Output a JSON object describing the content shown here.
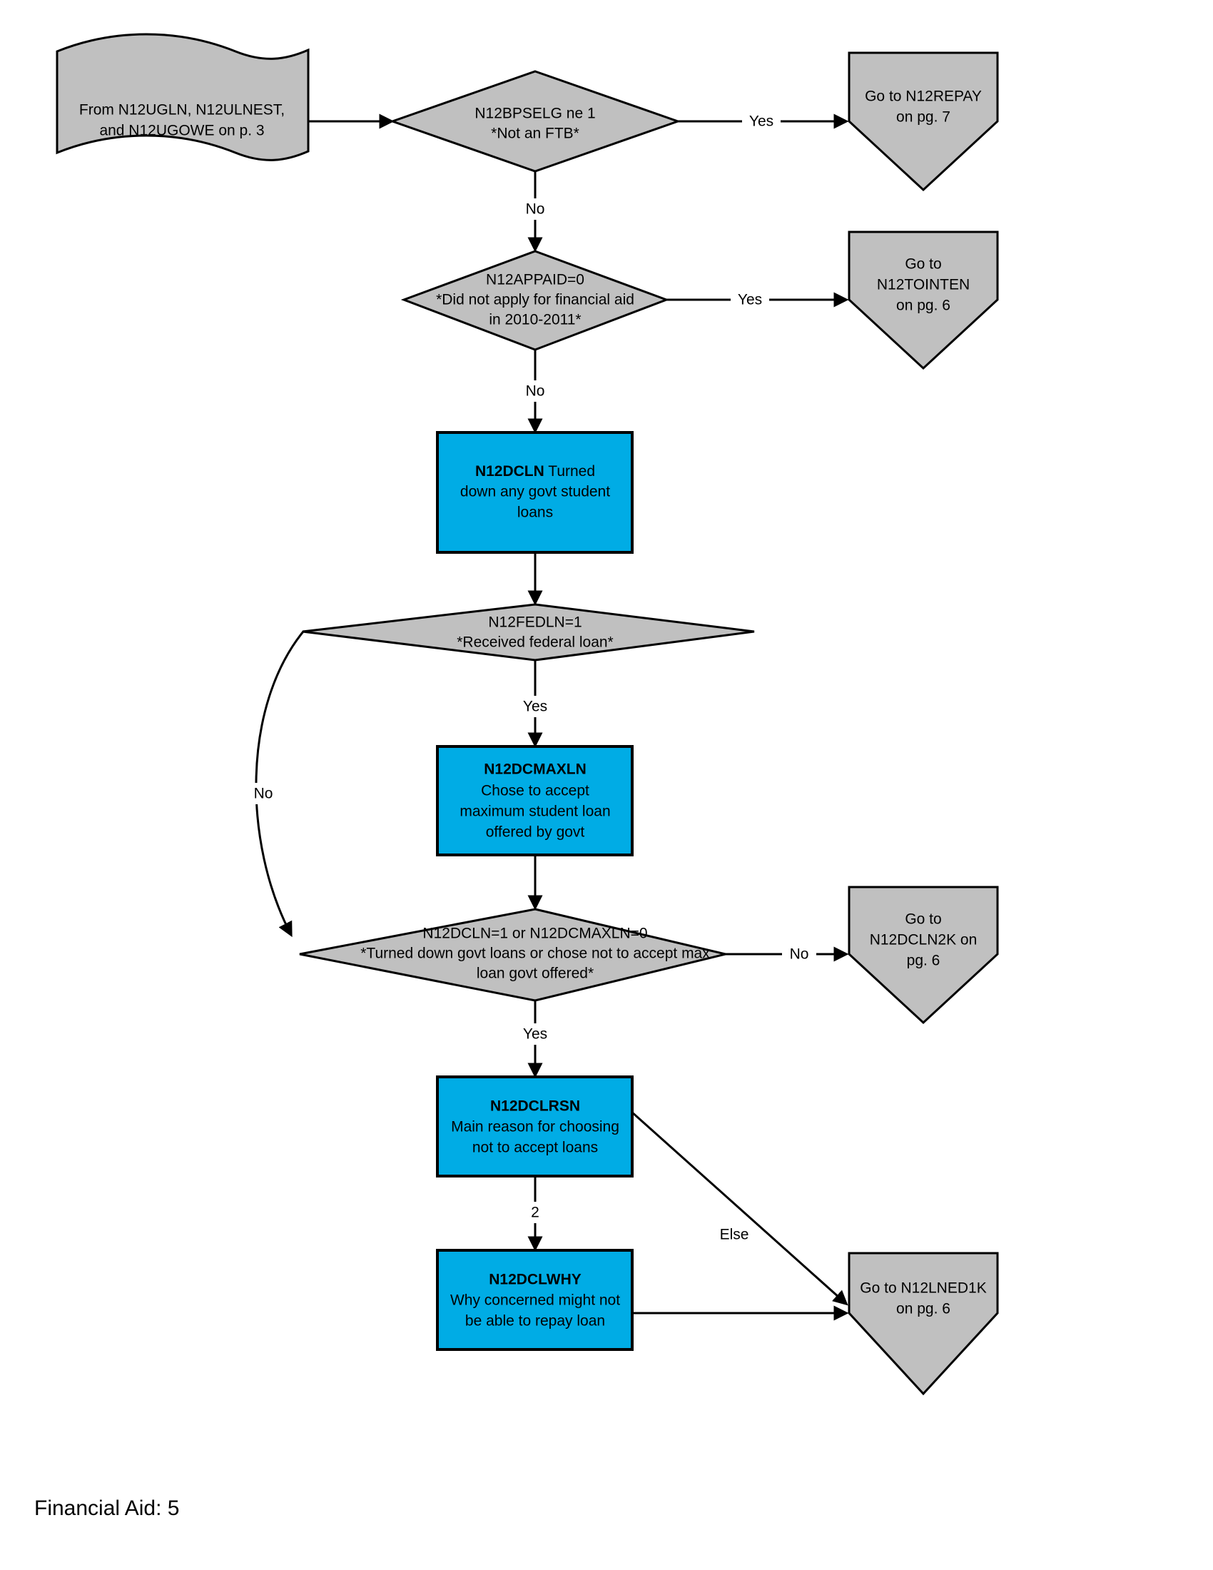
{
  "page": {
    "footer": "Financial Aid: 5",
    "background_color": "#ffffff",
    "gray_fill": "#c0c0c0",
    "blue_fill": "#00ace5",
    "line_color": "#000000"
  },
  "nodes": {
    "start_banner": {
      "shape": "banner",
      "line1": "From N12UGLN, N12ULNEST,",
      "line2": "and N12UGOWE on p. 3"
    },
    "d_bpselg": {
      "shape": "decision",
      "line1": "N12BPSELG ne 1",
      "line2": "*Not an FTB*"
    },
    "goto_repay": {
      "shape": "offpage",
      "line1": "Go to N12REPAY",
      "line2": "on pg. 7"
    },
    "d_appaid": {
      "shape": "decision",
      "line1": "N12APPAID=0",
      "line2": "*Did not apply for financial aid",
      "line3": "in 2010-2011*"
    },
    "goto_tointen": {
      "shape": "offpage",
      "line1": "Go to",
      "line2": "N12TOINTEN",
      "line3": "on pg. 6"
    },
    "q_dcln": {
      "shape": "process",
      "code": "N12DCLN",
      "line1_rest": " Turned",
      "line2": "down any govt student",
      "line3": "loans"
    },
    "d_fedln": {
      "shape": "decision",
      "line1": "N12FEDLN=1",
      "line2": "*Received federal loan*"
    },
    "q_dcmaxln": {
      "shape": "process",
      "code": "N12DCMAXLN",
      "line2": "Chose to accept",
      "line3": "maximum student loan",
      "line4": "offered by govt"
    },
    "d_dcln_or_dcmaxln": {
      "shape": "decision",
      "line1": "N12DCLN=1 or N12DCMAXLN=0",
      "line2": "*Turned down govt loans or chose not to accept max",
      "line3": "loan govt offered*"
    },
    "goto_dcln2k": {
      "shape": "offpage",
      "line1": "Go to",
      "line2": "N12DCLN2K on",
      "line3": "pg. 6"
    },
    "q_dclrsn": {
      "shape": "process",
      "code": "N12DCLRSN",
      "line2": "Main reason for choosing",
      "line3": "not to accept loans"
    },
    "q_dclwhy": {
      "shape": "process",
      "code": "N12DCLWHY",
      "line2": "Why concerned might not",
      "line3": "be able to repay loan"
    },
    "goto_lned1k": {
      "shape": "offpage",
      "line1": "Go to N12LNED1K",
      "line2": "on pg. 6"
    }
  },
  "edges": {
    "e1": {
      "label": ""
    },
    "e2": {
      "label": "Yes"
    },
    "e3": {
      "label": "No"
    },
    "e4": {
      "label": "Yes"
    },
    "e5": {
      "label": "No"
    },
    "e6": {
      "label": ""
    },
    "e7": {
      "label": "Yes"
    },
    "e8": {
      "label": "No"
    },
    "e9": {
      "label": ""
    },
    "e10": {
      "label": "No"
    },
    "e11": {
      "label": "Yes"
    },
    "e12": {
      "label": "2"
    },
    "e13": {
      "label": "Else"
    },
    "e14": {
      "label": ""
    }
  }
}
